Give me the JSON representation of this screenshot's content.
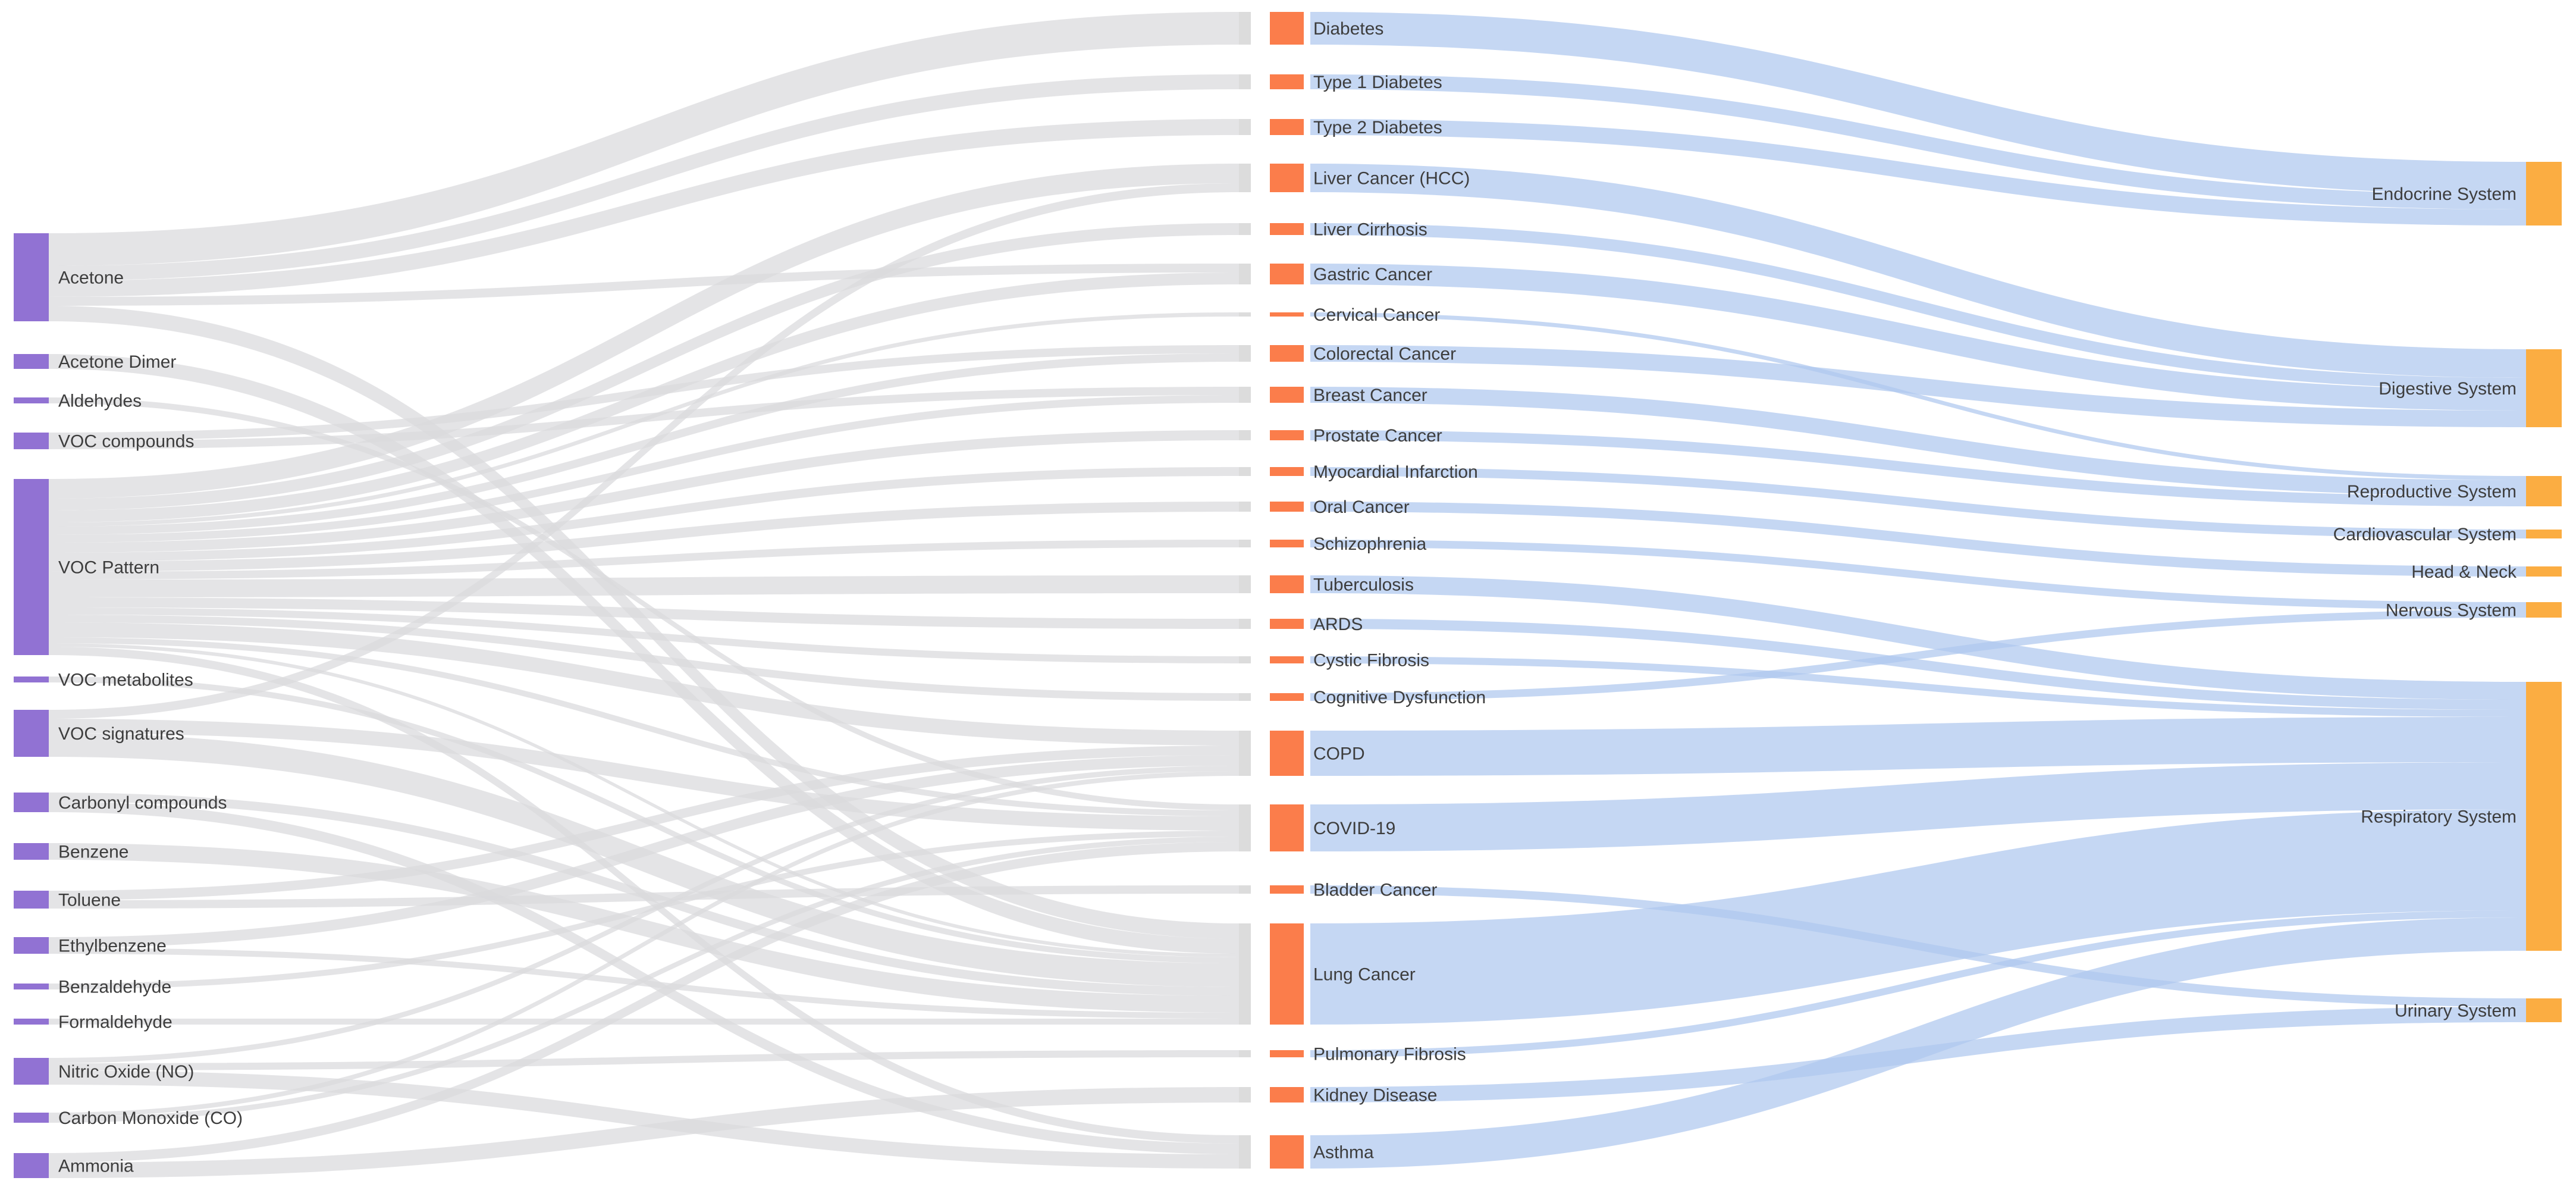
{
  "chart_data": {
    "type": "sankey",
    "title": "",
    "orientation": "left-to-right",
    "columns": [
      {
        "id": 0,
        "role": "voc-biomarkers"
      },
      {
        "id": 1,
        "role": "diseases"
      },
      {
        "id": 2,
        "role": "body-systems"
      }
    ],
    "palette": {
      "biomarker_node": "#9172d3",
      "disease_node": "#fb7d4b",
      "system_node": "#fbad42",
      "link_biomarker_disease": "#e4e4e6",
      "link_disease_system": "#c5d7f3",
      "label_text": "#3d3d3d",
      "background": "#ffffff"
    },
    "nodes": [
      {
        "name": "Acetone",
        "column": 0
      },
      {
        "name": "Acetone Dimer",
        "column": 0
      },
      {
        "name": "Aldehydes",
        "column": 0
      },
      {
        "name": "VOC compounds",
        "column": 0
      },
      {
        "name": "VOC Pattern",
        "column": 0
      },
      {
        "name": "VOC metabolites",
        "column": 0
      },
      {
        "name": "VOC signatures",
        "column": 0
      },
      {
        "name": "Carbonyl compounds",
        "column": 0
      },
      {
        "name": "Benzene",
        "column": 0
      },
      {
        "name": "Toluene",
        "column": 0
      },
      {
        "name": "Ethylbenzene",
        "column": 0
      },
      {
        "name": "Benzaldehyde",
        "column": 0
      },
      {
        "name": "Formaldehyde",
        "column": 0
      },
      {
        "name": "Nitric Oxide (NO)",
        "column": 0
      },
      {
        "name": "Carbon Monoxide (CO)",
        "column": 0
      },
      {
        "name": "Ammonia",
        "column": 0
      },
      {
        "name": "Diabetes",
        "column": 1
      },
      {
        "name": "Type 1 Diabetes",
        "column": 1
      },
      {
        "name": "Type 2 Diabetes",
        "column": 1
      },
      {
        "name": "Liver Cancer (HCC)",
        "column": 1
      },
      {
        "name": "Liver Cirrhosis",
        "column": 1
      },
      {
        "name": "Gastric Cancer",
        "column": 1
      },
      {
        "name": "Cervical Cancer",
        "column": 1
      },
      {
        "name": "Colorectal Cancer",
        "column": 1
      },
      {
        "name": "Breast Cancer",
        "column": 1
      },
      {
        "name": "Prostate Cancer",
        "column": 1
      },
      {
        "name": "Myocardial Infarction",
        "column": 1
      },
      {
        "name": "Oral Cancer",
        "column": 1
      },
      {
        "name": "Schizophrenia",
        "column": 1
      },
      {
        "name": "Tuberculosis",
        "column": 1
      },
      {
        "name": "ARDS",
        "column": 1
      },
      {
        "name": "Cystic Fibrosis",
        "column": 1
      },
      {
        "name": "Cognitive Dysfunction",
        "column": 1
      },
      {
        "name": "COPD",
        "column": 1
      },
      {
        "name": "COVID-19",
        "column": 1
      },
      {
        "name": "Bladder Cancer",
        "column": 1
      },
      {
        "name": "Lung Cancer",
        "column": 1
      },
      {
        "name": "Pulmonary Fibrosis",
        "column": 1
      },
      {
        "name": "Kidney Disease",
        "column": 1
      },
      {
        "name": "Asthma",
        "column": 1
      },
      {
        "name": "Endocrine System",
        "column": 2
      },
      {
        "name": "Digestive System",
        "column": 2
      },
      {
        "name": "Reproductive System",
        "column": 2
      },
      {
        "name": "Cardiovascular System",
        "column": 2
      },
      {
        "name": "Head & Neck",
        "column": 2
      },
      {
        "name": "Nervous System",
        "column": 2
      },
      {
        "name": "Respiratory System",
        "column": 2
      },
      {
        "name": "Urinary System",
        "column": 2
      }
    ],
    "links": [
      {
        "source": "Acetone",
        "target": "Diabetes",
        "value": 5.5
      },
      {
        "source": "Acetone",
        "target": "Type 1 Diabetes",
        "value": 2.5
      },
      {
        "source": "Acetone",
        "target": "Type 2 Diabetes",
        "value": 2.7
      },
      {
        "source": "Acetone",
        "target": "Gastric Cancer",
        "value": 1.5
      },
      {
        "source": "Acetone",
        "target": "Lung Cancer",
        "value": 2.6
      },
      {
        "source": "Acetone Dimer",
        "target": "Lung Cancer",
        "value": 2.5
      },
      {
        "source": "Aldehydes",
        "target": "COVID-19",
        "value": 1.0
      },
      {
        "source": "VOC compounds",
        "target": "Colorectal Cancer",
        "value": 1.4
      },
      {
        "source": "VOC compounds",
        "target": "Breast Cancer",
        "value": 1.4
      },
      {
        "source": "VOC Pattern",
        "target": "Liver Cancer (HCC)",
        "value": 3.3
      },
      {
        "source": "VOC Pattern",
        "target": "Liver Cirrhosis",
        "value": 2.0
      },
      {
        "source": "VOC Pattern",
        "target": "Gastric Cancer",
        "value": 2.0
      },
      {
        "source": "VOC Pattern",
        "target": "Cervical Cancer",
        "value": 0.7
      },
      {
        "source": "VOC Pattern",
        "target": "Colorectal Cancer",
        "value": 1.4
      },
      {
        "source": "VOC Pattern",
        "target": "Breast Cancer",
        "value": 1.3
      },
      {
        "source": "VOC Pattern",
        "target": "Prostate Cancer",
        "value": 1.7
      },
      {
        "source": "VOC Pattern",
        "target": "Myocardial Infarction",
        "value": 1.5
      },
      {
        "source": "VOC Pattern",
        "target": "Oral Cancer",
        "value": 1.7
      },
      {
        "source": "VOC Pattern",
        "target": "Schizophrenia",
        "value": 1.3
      },
      {
        "source": "VOC Pattern",
        "target": "Tuberculosis",
        "value": 3.0
      },
      {
        "source": "VOC Pattern",
        "target": "ARDS",
        "value": 1.7
      },
      {
        "source": "VOC Pattern",
        "target": "Cystic Fibrosis",
        "value": 1.2
      },
      {
        "source": "VOC Pattern",
        "target": "Cognitive Dysfunction",
        "value": 1.3
      },
      {
        "source": "VOC Pattern",
        "target": "COPD",
        "value": 2.5
      },
      {
        "source": "VOC Pattern",
        "target": "COVID-19",
        "value": 1.0
      },
      {
        "source": "VOC Pattern",
        "target": "Lung Cancer",
        "value": 0.6
      },
      {
        "source": "VOC Pattern",
        "target": "Asthma",
        "value": 1.4
      },
      {
        "source": "VOC metabolites",
        "target": "Lung Cancer",
        "value": 1.0
      },
      {
        "source": "VOC signatures",
        "target": "Liver Cancer (HCC)",
        "value": 1.5
      },
      {
        "source": "VOC signatures",
        "target": "COVID-19",
        "value": 2.4
      },
      {
        "source": "VOC signatures",
        "target": "Lung Cancer",
        "value": 4.0
      },
      {
        "source": "Carbonyl compounds",
        "target": "Lung Cancer",
        "value": 1.5
      },
      {
        "source": "Carbonyl compounds",
        "target": "Asthma",
        "value": 1.8
      },
      {
        "source": "Benzene",
        "target": "Lung Cancer",
        "value": 2.8
      },
      {
        "source": "Toluene",
        "target": "COPD",
        "value": 1.6
      },
      {
        "source": "Toluene",
        "target": "Bladder Cancer",
        "value": 1.4
      },
      {
        "source": "Ethylbenzene",
        "target": "COPD",
        "value": 1.8
      },
      {
        "source": "Ethylbenzene",
        "target": "Lung Cancer",
        "value": 1.0
      },
      {
        "source": "Benzaldehyde",
        "target": "COVID-19",
        "value": 1.0
      },
      {
        "source": "Formaldehyde",
        "target": "Lung Cancer",
        "value": 1.0
      },
      {
        "source": "Nitric Oxide (NO)",
        "target": "Asthma",
        "value": 2.4
      },
      {
        "source": "Nitric Oxide (NO)",
        "target": "COPD",
        "value": 0.9
      },
      {
        "source": "Nitric Oxide (NO)",
        "target": "Pulmonary Fibrosis",
        "value": 1.2
      },
      {
        "source": "Carbon Monoxide (CO)",
        "target": "COPD",
        "value": 0.8
      },
      {
        "source": "Carbon Monoxide (CO)",
        "target": "COVID-19",
        "value": 0.9
      },
      {
        "source": "Ammonia",
        "target": "Kidney Disease",
        "value": 2.6
      },
      {
        "source": "Ammonia",
        "target": "COVID-19",
        "value": 1.6
      },
      {
        "source": "Diabetes",
        "target": "Endocrine System",
        "value": 5.5
      },
      {
        "source": "Type 1 Diabetes",
        "target": "Endocrine System",
        "value": 2.5
      },
      {
        "source": "Type 2 Diabetes",
        "target": "Endocrine System",
        "value": 2.7
      },
      {
        "source": "Liver Cancer (HCC)",
        "target": "Digestive System",
        "value": 4.8
      },
      {
        "source": "Liver Cirrhosis",
        "target": "Digestive System",
        "value": 2.0
      },
      {
        "source": "Gastric Cancer",
        "target": "Digestive System",
        "value": 3.5
      },
      {
        "source": "Cervical Cancer",
        "target": "Reproductive System",
        "value": 0.7
      },
      {
        "source": "Colorectal Cancer",
        "target": "Digestive System",
        "value": 2.8
      },
      {
        "source": "Breast Cancer",
        "target": "Reproductive System",
        "value": 2.7
      },
      {
        "source": "Prostate Cancer",
        "target": "Reproductive System",
        "value": 1.7
      },
      {
        "source": "Myocardial Infarction",
        "target": "Cardiovascular System",
        "value": 1.5
      },
      {
        "source": "Oral Cancer",
        "target": "Head & Neck",
        "value": 1.7
      },
      {
        "source": "Schizophrenia",
        "target": "Nervous System",
        "value": 1.3
      },
      {
        "source": "Tuberculosis",
        "target": "Respiratory System",
        "value": 3.0
      },
      {
        "source": "ARDS",
        "target": "Respiratory System",
        "value": 1.7
      },
      {
        "source": "Cystic Fibrosis",
        "target": "Respiratory System",
        "value": 1.2
      },
      {
        "source": "Cognitive Dysfunction",
        "target": "Nervous System",
        "value": 1.3
      },
      {
        "source": "COPD",
        "target": "Respiratory System",
        "value": 7.6
      },
      {
        "source": "COVID-19",
        "target": "Respiratory System",
        "value": 7.9
      },
      {
        "source": "Bladder Cancer",
        "target": "Urinary System",
        "value": 1.4
      },
      {
        "source": "Lung Cancer",
        "target": "Respiratory System",
        "value": 17.0
      },
      {
        "source": "Pulmonary Fibrosis",
        "target": "Respiratory System",
        "value": 1.2
      },
      {
        "source": "Kidney Disease",
        "target": "Urinary System",
        "value": 2.6
      },
      {
        "source": "Asthma",
        "target": "Respiratory System",
        "value": 5.6
      }
    ]
  }
}
